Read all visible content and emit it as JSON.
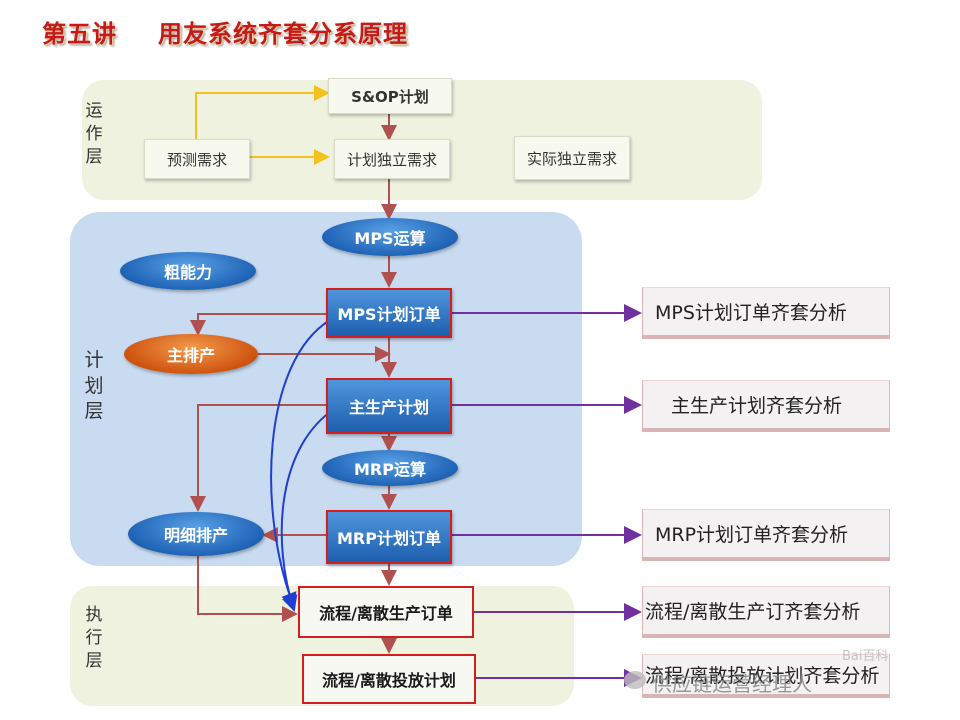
{
  "title": {
    "lecture": "第五讲",
    "topic": "用友系统齐套分系原理"
  },
  "layers": {
    "operation": "运\n作\n层",
    "planning": "计\n划\n层",
    "execution": "执\n行\n层"
  },
  "operation_nodes": {
    "sop_plan": "S&OP计划",
    "forecast_demand": "预测需求",
    "planned_independent_demand": "计划独立需求",
    "actual_independent_demand": "实际独立需求"
  },
  "planning_nodes": {
    "mps_run": "MPS运算",
    "capacity": "粗能力",
    "mps_planned_order": "MPS计划订单",
    "master_scheduling": "主排产",
    "master_production_plan": "主生产计划",
    "mrp_run": "MRP运算",
    "mrp_planned_order": "MRP计划订单",
    "detailed_scheduling": "明细排产"
  },
  "execution_nodes": {
    "production_order": "流程/离散生产订单",
    "release_plan": "流程/离散投放计划"
  },
  "analysis_nodes": {
    "mps_order_analysis": "MPS计划订单齐套分析",
    "mps_plan_analysis": "主生产计划齐套分析",
    "mrp_order_analysis": "MRP计划订单齐套分析",
    "production_order_analysis": "流程/离散生产订齐套分析",
    "release_plan_analysis": "流程/离散投放计划齐套分析"
  },
  "watermark": {
    "text": "供应链运营经理人",
    "baidu": "Bai百科"
  },
  "colors": {
    "title_red": "#c41a1a",
    "arrow_dark_red": "#b0504f",
    "arrow_yellow": "#f4c21f",
    "arrow_purple": "#7030a0",
    "line_blue": "#1f3fd1",
    "box_border_red": "#d31e1e",
    "operation_panel": "#eef2df",
    "planning_panel": "#c8daf0",
    "execution_panel": "#eef2df"
  }
}
